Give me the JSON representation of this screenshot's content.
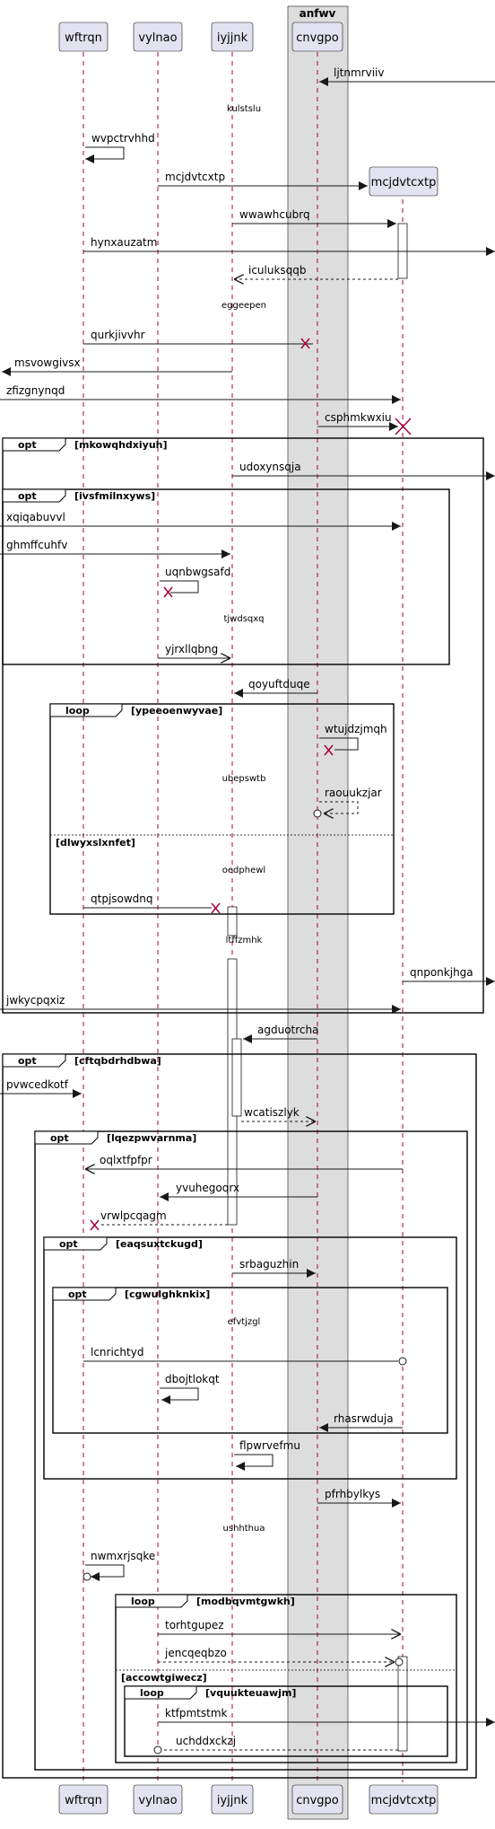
{
  "box": {
    "label": "anfwv"
  },
  "participants": [
    {
      "id": "wftrqn",
      "label": "wftrqn"
    },
    {
      "id": "vylnao",
      "label": "vylnao"
    },
    {
      "id": "iyjjnk",
      "label": "iyjjnk"
    },
    {
      "id": "cnvgpo",
      "label": "cnvgpo"
    },
    {
      "id": "mcjdvtcxtp",
      "label": "mcjdvtcxtp"
    }
  ],
  "created": {
    "label": "mcjdvtcxtp"
  },
  "messages": [
    {
      "id": "m1",
      "label": "ljtnmrviiv"
    },
    {
      "id": "m2",
      "label": "wvpctrvhhd"
    },
    {
      "id": "m3",
      "label": "mcjdvtcxtp"
    },
    {
      "id": "m4",
      "label": "wwawhcubrq"
    },
    {
      "id": "m5",
      "label": "hynxauzatm"
    },
    {
      "id": "m6",
      "label": "iculuksqqb"
    },
    {
      "id": "m7",
      "label": "qurkjivvhr"
    },
    {
      "id": "m8",
      "label": "msvowgivsx"
    },
    {
      "id": "m9",
      "label": "zfizgnynqd"
    },
    {
      "id": "m10",
      "label": "csphmkwxiu"
    },
    {
      "id": "m11",
      "label": "udoxynsqja"
    },
    {
      "id": "m12",
      "label": "xqiqabuvvl"
    },
    {
      "id": "m13",
      "label": "ghmffcuhfv"
    },
    {
      "id": "m14",
      "label": "uqnbwgsafd"
    },
    {
      "id": "m15",
      "label": "yjrxllqbng"
    },
    {
      "id": "m16",
      "label": "qoyuftduqe"
    },
    {
      "id": "m17",
      "label": "wtujdzjmqh"
    },
    {
      "id": "m18",
      "label": "raouukzjar"
    },
    {
      "id": "m19",
      "label": "qtpjsowdnq"
    },
    {
      "id": "m20",
      "label": "qnponkjhga"
    },
    {
      "id": "m21",
      "label": "jwkycpqxiz"
    },
    {
      "id": "m22",
      "label": "agduotrcha"
    },
    {
      "id": "m23",
      "label": "pvwcedkotf"
    },
    {
      "id": "m24",
      "label": "wcatiszlyk"
    },
    {
      "id": "m25",
      "label": "oqlxtfpfpr"
    },
    {
      "id": "m26",
      "label": "yvuhegoqrx"
    },
    {
      "id": "m27",
      "label": "vrwlpcqagm"
    },
    {
      "id": "m28",
      "label": "srbaguzhin"
    },
    {
      "id": "m29",
      "label": "lcnrichtyd"
    },
    {
      "id": "m30",
      "label": "dbojtlokqt"
    },
    {
      "id": "m31",
      "label": "rhasrwduja"
    },
    {
      "id": "m32",
      "label": "flpwrvefmu"
    },
    {
      "id": "m33",
      "label": "pfrhbylkys"
    },
    {
      "id": "m34",
      "label": "nwmxrjsqke"
    },
    {
      "id": "m35",
      "label": "torhtgupez"
    },
    {
      "id": "m36",
      "label": "jencqeqbzo"
    },
    {
      "id": "m37",
      "label": "ktfpmtstmk"
    },
    {
      "id": "m38",
      "label": "uchddxckzj"
    }
  ],
  "dividers": [
    {
      "id": "d1",
      "label": "kulstslu"
    },
    {
      "id": "d2",
      "label": "eggeepen"
    },
    {
      "id": "d3",
      "label": "tjwdsqxq"
    },
    {
      "id": "d4",
      "label": "ubepswtb"
    },
    {
      "id": "d5",
      "label": "oedphewl"
    },
    {
      "id": "d6",
      "label": "ltffzmhk"
    },
    {
      "id": "d7",
      "label": "efvtjzgl"
    },
    {
      "id": "d8",
      "label": "ushhthua"
    }
  ],
  "fragments": [
    {
      "id": "f1",
      "kind": "opt",
      "guard": "[mkowqhdxiyuh]"
    },
    {
      "id": "f2",
      "kind": "opt",
      "guard": "[ivsfmilnxyws]"
    },
    {
      "id": "f3",
      "kind": "loop",
      "guard": "[ypeeoenwyvae]",
      "else_guard": "[dlwyxslxnfet]"
    },
    {
      "id": "f4",
      "kind": "opt",
      "guard": "[cftqbdrhdbwa]"
    },
    {
      "id": "f5",
      "kind": "opt",
      "guard": "[lqezpwvarnma]"
    },
    {
      "id": "f6",
      "kind": "opt",
      "guard": "[eaqsuxtckugd]"
    },
    {
      "id": "f7",
      "kind": "opt",
      "guard": "[cgwulghknkix]"
    },
    {
      "id": "f8",
      "kind": "loop",
      "guard": "[modbqvmtgwkh]",
      "else_guard": "[accowtgiwecz]"
    },
    {
      "id": "f9",
      "kind": "loop",
      "guard": "[vquukteuawjm]"
    }
  ]
}
